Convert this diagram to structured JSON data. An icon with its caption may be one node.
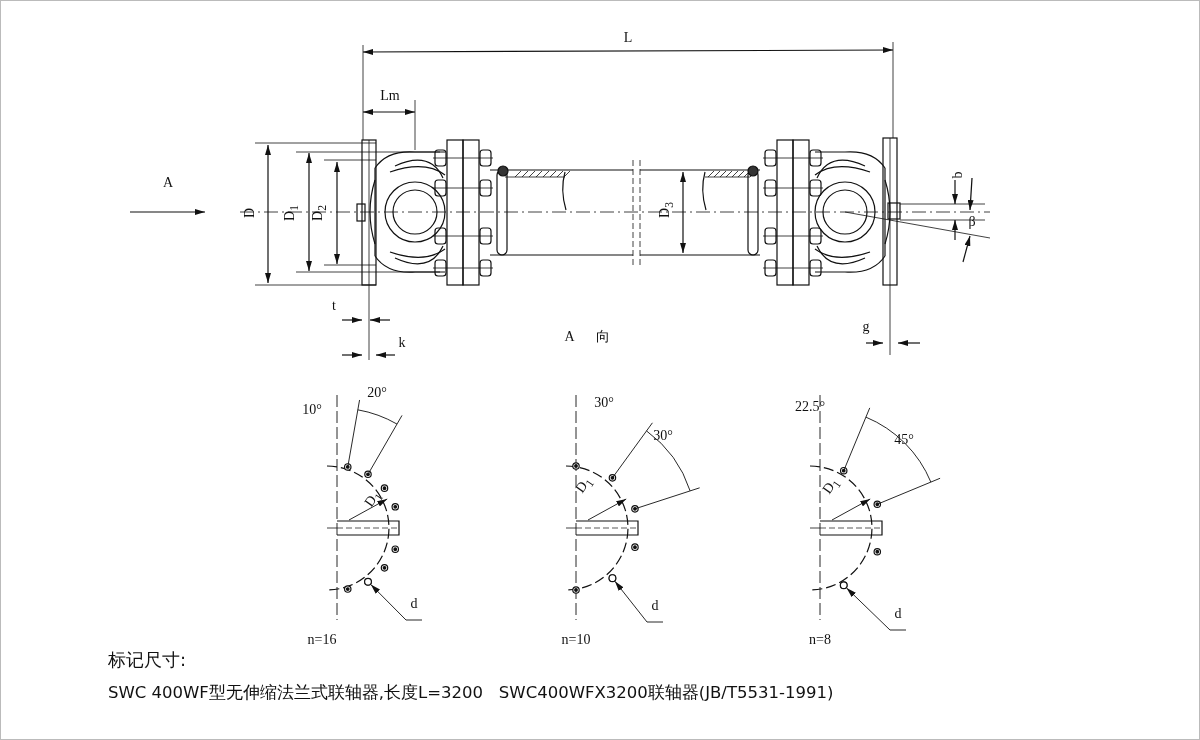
{
  "diagram": {
    "nodes": [
      {
        "text": [
          "d"
        ]
      },
      {
        "text": [
          "d"
        ]
      },
      {
        "text": [
          "d"
        ]
      },
      {
        "text": [],
        "shape": "circle"
      },
      {
        "text": [],
        "shape": "circle"
      },
      {
        "text": [],
        "shape": "circle"
      }
    ],
    "edges": [
      {
        "from": 0,
        "to": 3,
        "arrow": "to"
      },
      {
        "from": 1,
        "to": 4,
        "arrow": "to"
      },
      {
        "from": 2,
        "to": 5,
        "arrow": "to"
      }
    ],
    "labels": [
      "L",
      "Lm",
      "A",
      "D",
      "D$_{1}$",
      "D$_{2}$",
      "D$_{3}$",
      "b",
      "β",
      "t",
      "k",
      "A 向",
      "g",
      "10°",
      "20°",
      "D$_{1}$",
      "n=16",
      "30°",
      "30°",
      "D$_{1}$",
      "n=10",
      "22.5°",
      "45°",
      "D$_{1}$",
      "n=8",
      "标记尺寸:",
      "SWC 400WF型无伸缩法兰式联轴器,长度L=3200   SWC400WFX3200联轴器(JB/T5531-1991)"
    ]
  }
}
